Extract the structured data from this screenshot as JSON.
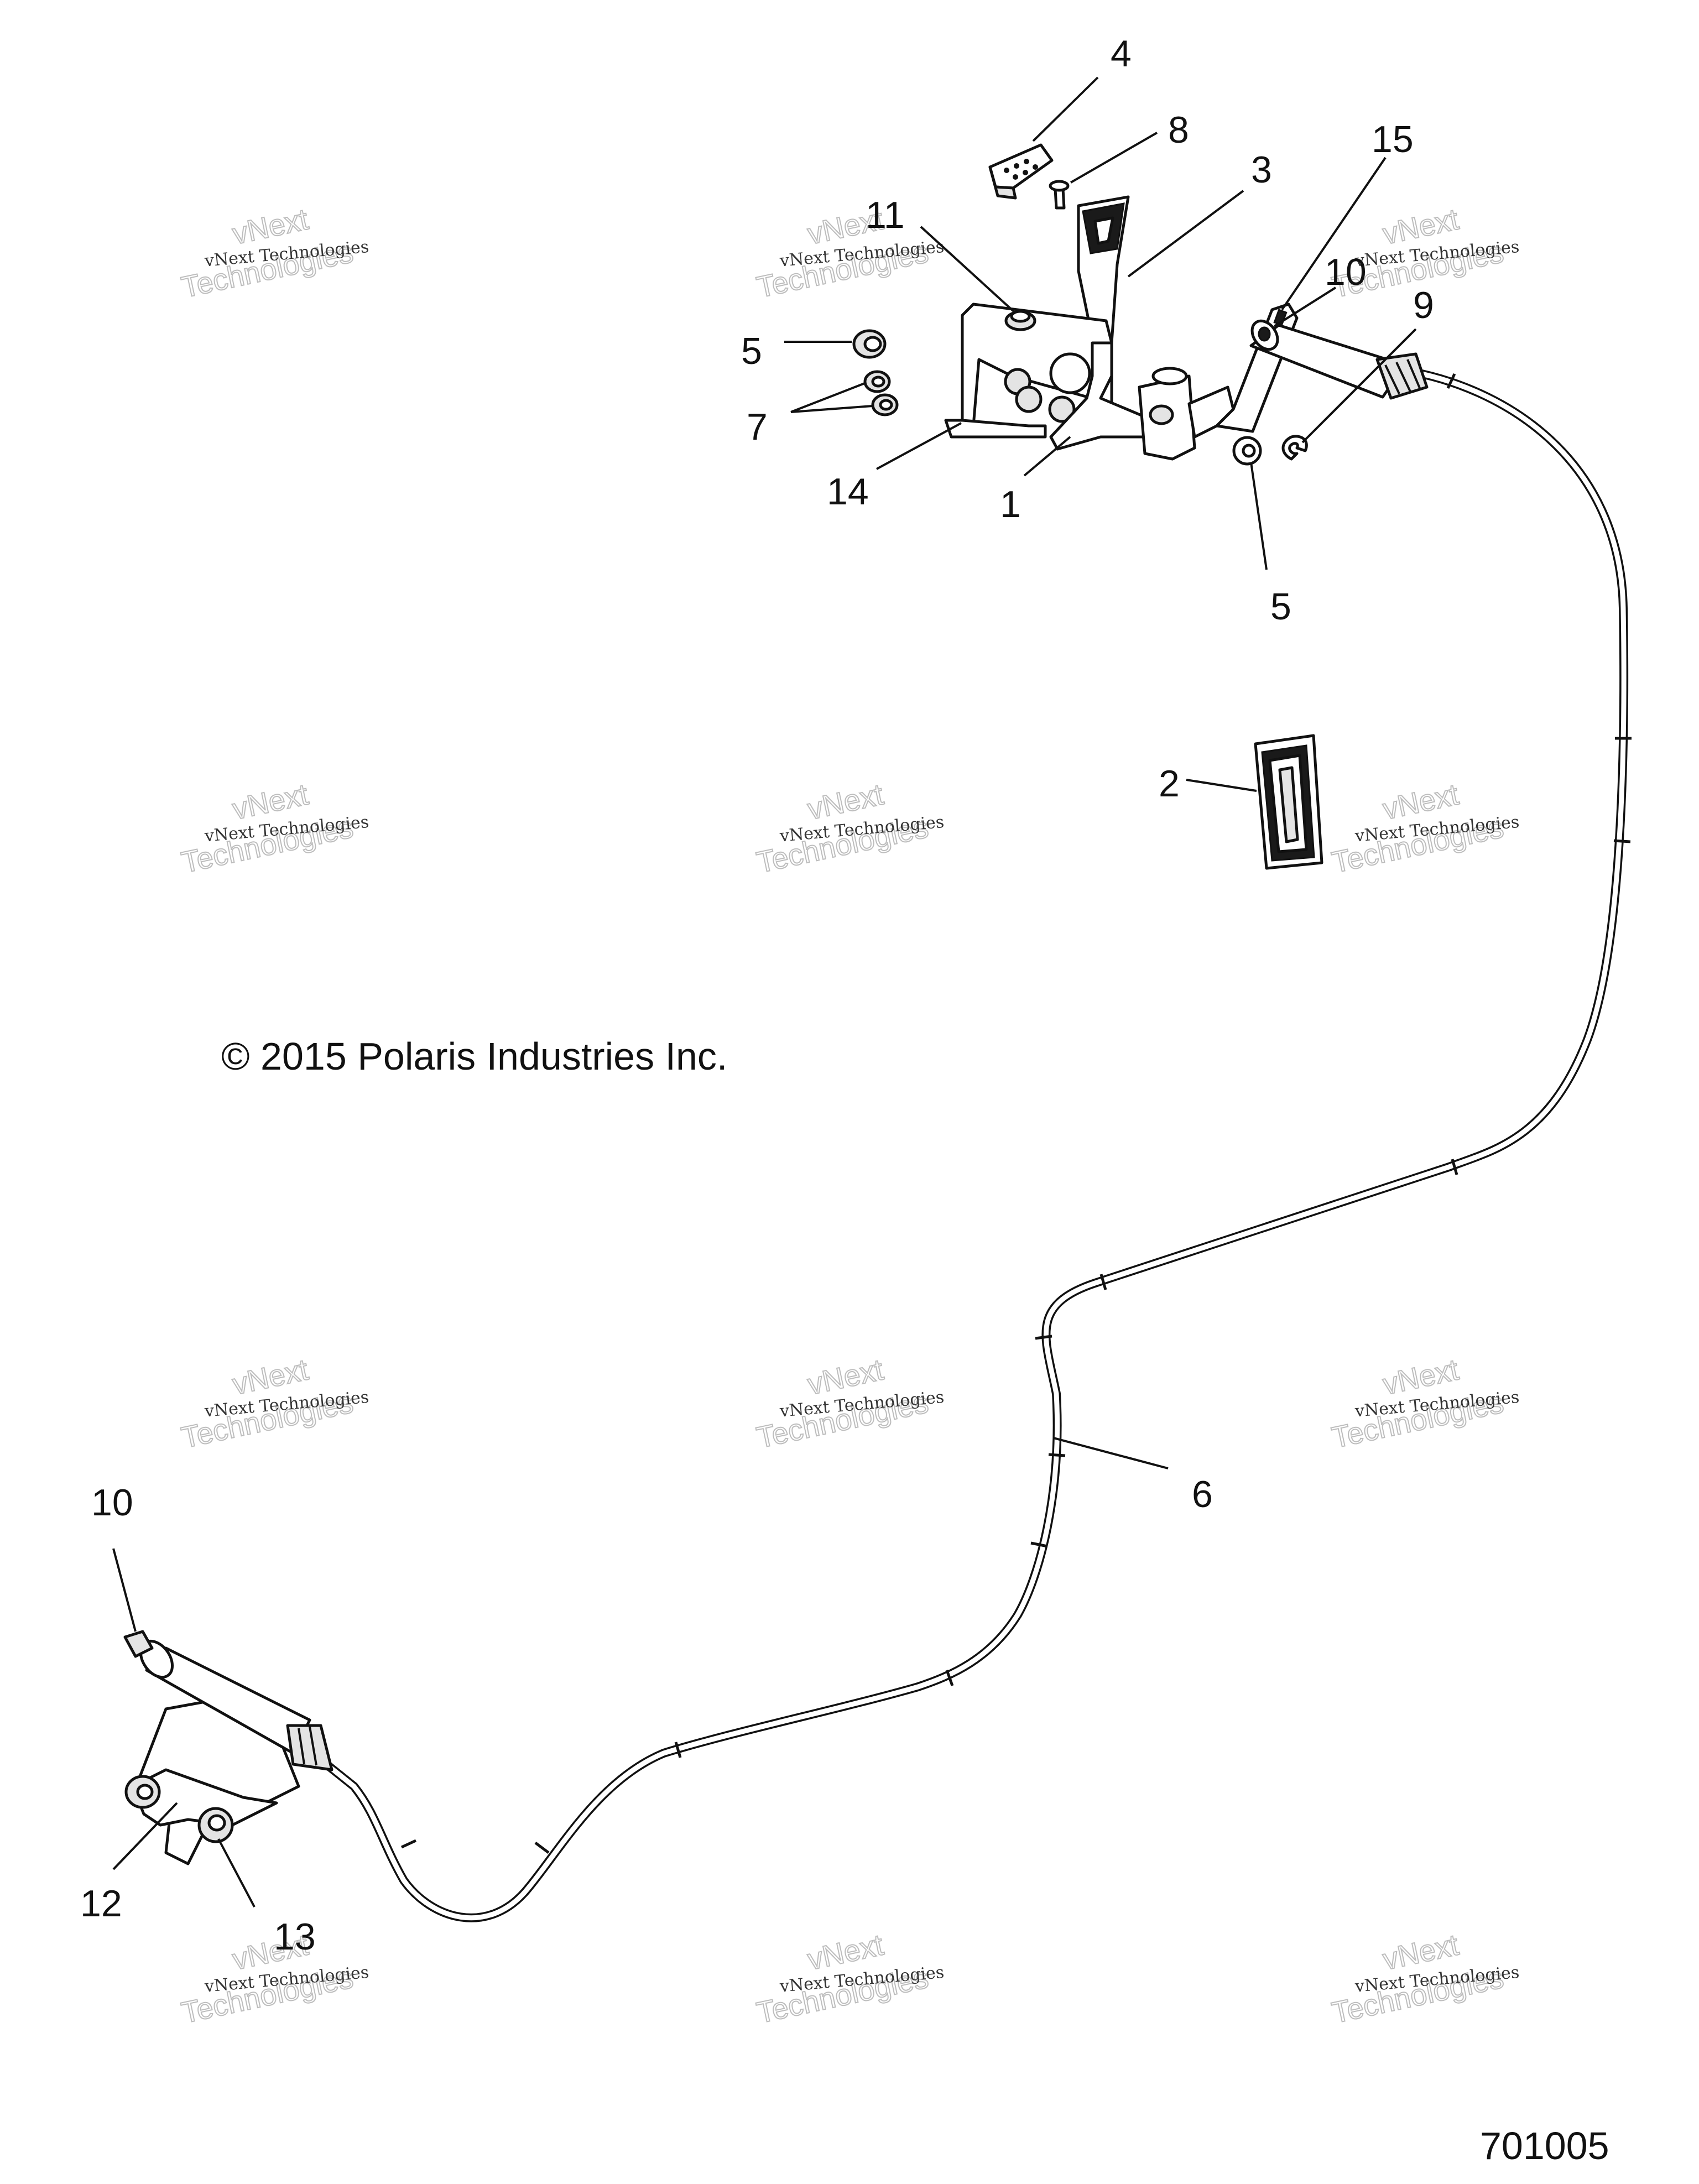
{
  "caption": "© 2015 Polaris Industries Inc.",
  "drawing_number": "701005",
  "watermark": {
    "line1": "vNext Technologies",
    "line2": "vNext",
    "line3": "Technologies"
  },
  "callouts": {
    "c1": "1",
    "c2": "2",
    "c3": "3",
    "c4": "4",
    "c5a": "5",
    "c5b": "5",
    "c6": "6",
    "c7": "7",
    "c8": "8",
    "c9": "9",
    "c10a": "10",
    "c10b": "10",
    "c11": "11",
    "c12": "12",
    "c13": "13",
    "c14": "14",
    "c15": "15"
  }
}
